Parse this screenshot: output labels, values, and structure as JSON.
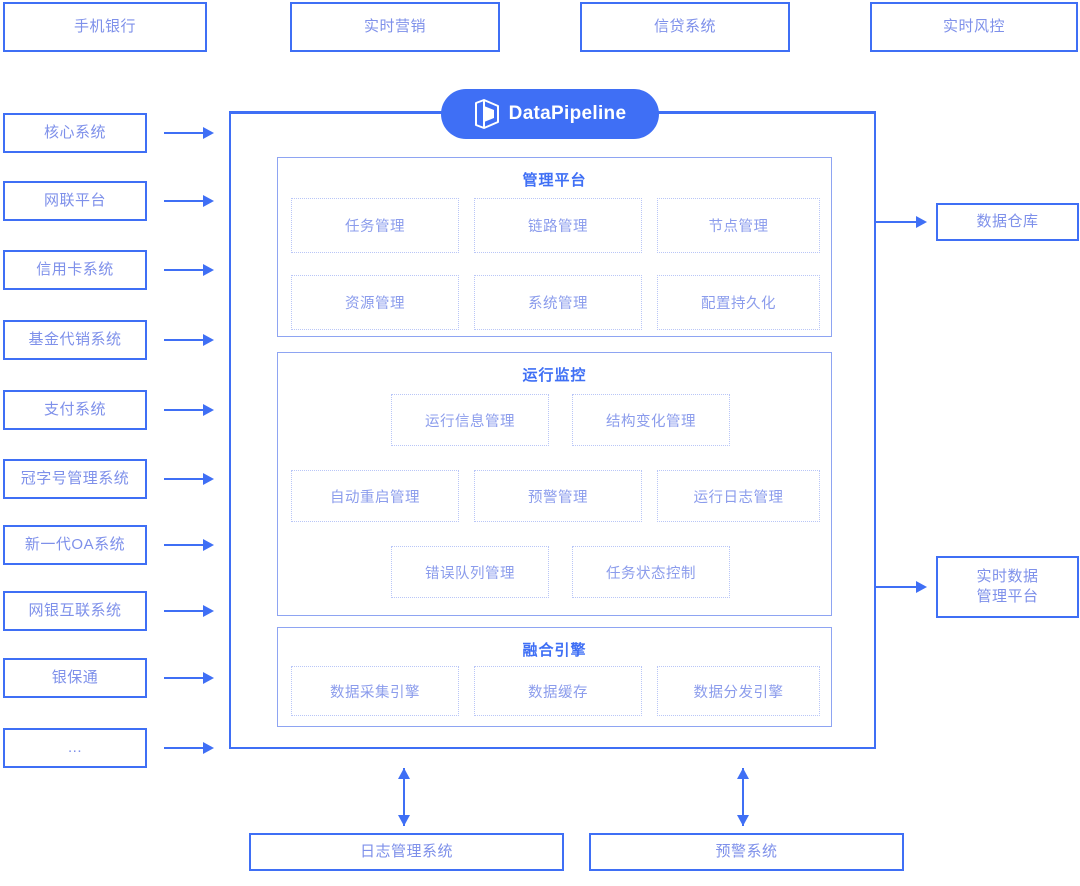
{
  "brand": {
    "name": "DataPipeline",
    "logo_icon": "datapipeline-cube-icon",
    "accent_color": "#3f6ff5",
    "pill_text_color": "#ffffff"
  },
  "colors": {
    "border_strong": "#3f6ff5",
    "border_section": "#8ea4f2",
    "border_dotted": "#b9c6f7",
    "label_text": "#7e90ea",
    "title_text": "#3f6ff5",
    "background": "#ffffff"
  },
  "top_consumers": [
    {
      "label": "手机银行"
    },
    {
      "label": "实时营销"
    },
    {
      "label": "信贷系统"
    },
    {
      "label": "实时风控"
    }
  ],
  "left_sources": [
    {
      "label": "核心系统"
    },
    {
      "label": "网联平台"
    },
    {
      "label": "信用卡系统"
    },
    {
      "label": "基金代销系统"
    },
    {
      "label": "支付系统"
    },
    {
      "label": "冠字号管理系统"
    },
    {
      "label": "新一代OA系统"
    },
    {
      "label": "网银互联系统"
    },
    {
      "label": "银保通"
    },
    {
      "label": "..."
    }
  ],
  "right_targets": [
    {
      "label": "数据仓库"
    },
    {
      "label_line1": "实时数据",
      "label_line2": "管理平台"
    }
  ],
  "bottom_systems": [
    {
      "label": "日志管理系统"
    },
    {
      "label": "预警系统"
    }
  ],
  "sections": [
    {
      "title": "管理平台",
      "items": [
        "任务管理",
        "链路管理",
        "节点管理",
        "资源管理",
        "系统管理",
        "配置持久化"
      ]
    },
    {
      "title": "运行监控",
      "items": [
        "运行信息管理",
        "结构变化管理",
        "自动重启管理",
        "预警管理",
        "运行日志管理",
        "错误队列管理",
        "任务状态控制"
      ]
    },
    {
      "title": "融合引擎",
      "items": [
        "数据采集引擎",
        "数据缓存",
        "数据分发引擎"
      ]
    }
  ]
}
